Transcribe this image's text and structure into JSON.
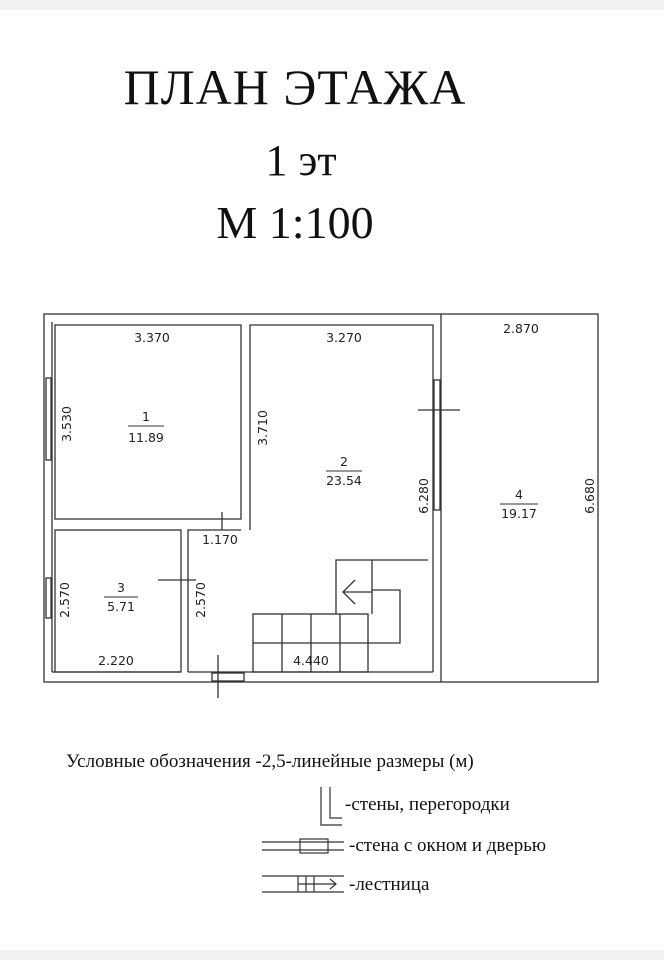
{
  "header": {
    "title": "ПЛАН ЭТАЖА",
    "floor": "1 эт",
    "scale": "М 1:100"
  },
  "rooms": [
    {
      "number": "1",
      "area": "11.89"
    },
    {
      "number": "2",
      "area": "23.54"
    },
    {
      "number": "3",
      "area": "5.71"
    },
    {
      "number": "4",
      "area": "19.17"
    }
  ],
  "dimensions": {
    "room1_width": "3.370",
    "room1_height": "3.530",
    "room2_width": "3.270",
    "room2_height_left": "3.710",
    "room2_height_right": "6.280",
    "room4_width": "2.870",
    "room4_height": "6.680",
    "hall_width": "1.170",
    "room3_height_left": "2.570",
    "room3_height_right": "2.570",
    "room3_width": "2.220",
    "stair_width": "4.440"
  },
  "legend": {
    "intro": "Условные обозначения -2,5-линейные размеры (м)",
    "walls": "-стены, перегородки",
    "window_door": "-стена с окном и дверью",
    "stairs": "-лестница"
  }
}
